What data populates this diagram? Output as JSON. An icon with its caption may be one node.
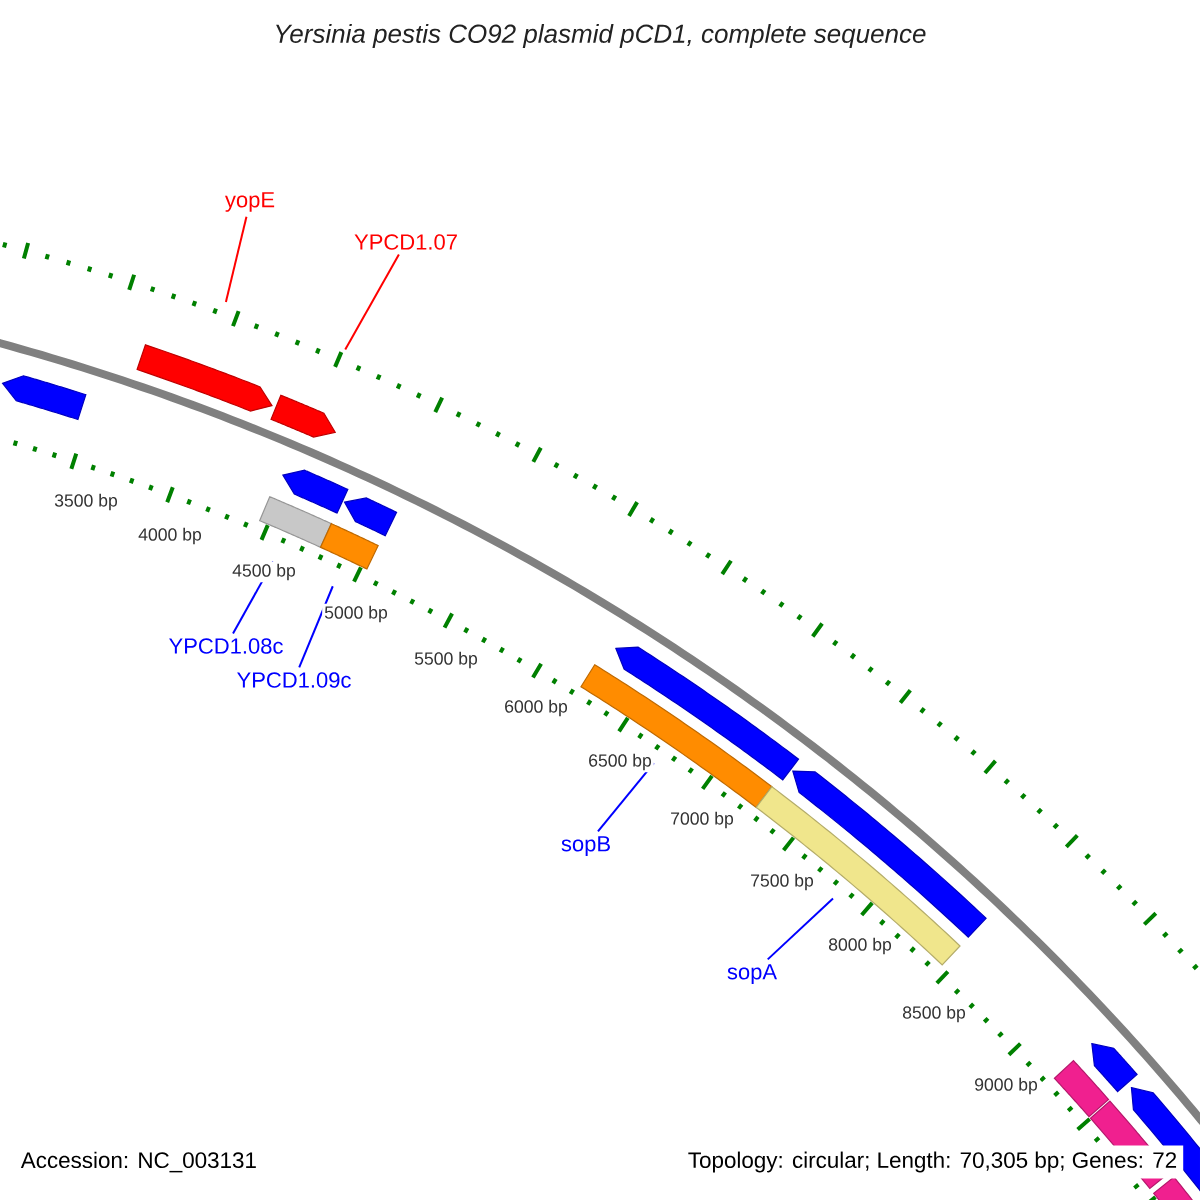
{
  "diagram": {
    "title": "Yersinia pestis CO92 plasmid pCD1, complete sequence",
    "nodes": [
      {
        "text": [
          "yopE"
        ]
      },
      {
        "text": [
          "YPCD1.07"
        ]
      },
      {
        "text": [
          "YPCD1.08c"
        ]
      },
      {
        "text": [
          "YPCD1.09c"
        ]
      },
      {
        "text": [
          "sopB"
        ]
      },
      {
        "text": [
          "sopA"
        ]
      },
      {
        "text": [],
        "shape": "arrow"
      },
      {
        "text": [],
        "shape": "arrow"
      },
      {
        "text": [],
        "shape": "arrow"
      },
      {
        "text": [],
        "shape": "bar"
      },
      {
        "text": [],
        "shape": "arrow"
      },
      {
        "text": [],
        "shape": "bar"
      },
      {
        "text": [],
        "shape": "arrow"
      },
      {
        "text": [],
        "shape": "bar"
      },
      {
        "text": [],
        "shape": "arrow"
      },
      {
        "text": [],
        "shape": "bar"
      },
      {
        "text": [],
        "shape": "arrow"
      },
      {
        "text": [],
        "shape": "bar"
      },
      {
        "text": [],
        "shape": "arrow"
      },
      {
        "text": [],
        "shape": "bar"
      },
      {
        "text": [],
        "shape": "arrow"
      },
      {
        "text": [],
        "shape": "bar"
      }
    ],
    "edges": [
      {
        "from": 0,
        "to": 7,
        "arrow": "none",
        "color": "#ff0000"
      },
      {
        "from": 1,
        "to": 8,
        "arrow": "none",
        "color": "#ff0000"
      },
      {
        "from": 2,
        "to": 9,
        "arrow": "none"
      },
      {
        "from": 3,
        "to": 11,
        "arrow": "none"
      },
      {
        "from": 4,
        "to": 13,
        "arrow": "none"
      },
      {
        "from": 5,
        "to": 15,
        "arrow": "none"
      }
    ],
    "labels": [
      "3500 bp",
      "4000 bp",
      "4500 bp",
      "5000 bp",
      "5500 bp",
      "6000 bp",
      "6500 bp",
      "7000 bp",
      "7500 bp",
      "8000 bp",
      "8500 bp",
      "9000 bp",
      "Accession: NC_003131",
      "Topology: circular; Length: 70,305 bp; Genes: 72"
    ]
  }
}
